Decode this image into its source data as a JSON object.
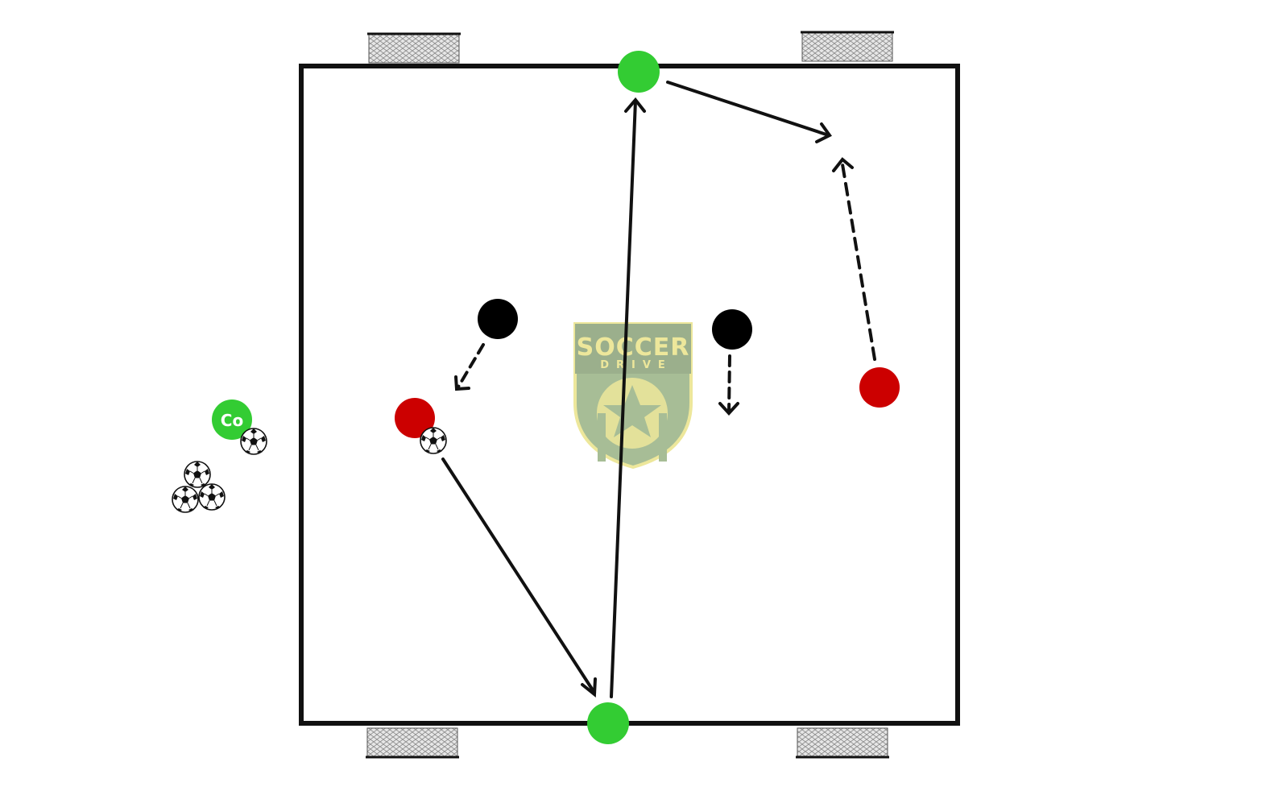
{
  "logo": {
    "title": "SOCCER",
    "subtitle": "DRIVE"
  },
  "coach": {
    "label": "Co"
  },
  "colors": {
    "attacker": "#33cc33",
    "defender": "#cc0000",
    "neutral": "#000000",
    "pitch_line": "#111111",
    "logo_green": "#8aa874",
    "logo_yellow": "#e8e07a"
  },
  "players": [
    {
      "team": "green",
      "role": "target-top"
    },
    {
      "team": "green",
      "role": "target-bottom"
    },
    {
      "team": "red",
      "role": "ball-carrier"
    },
    {
      "team": "red",
      "role": "support-right"
    },
    {
      "team": "black",
      "role": "defender-left"
    },
    {
      "team": "black",
      "role": "defender-right"
    }
  ],
  "icons": {
    "goal": "mini-goal-net-icon",
    "ball": "soccer-ball-icon",
    "pass": "solid-arrow",
    "run": "dashed-arrow"
  }
}
